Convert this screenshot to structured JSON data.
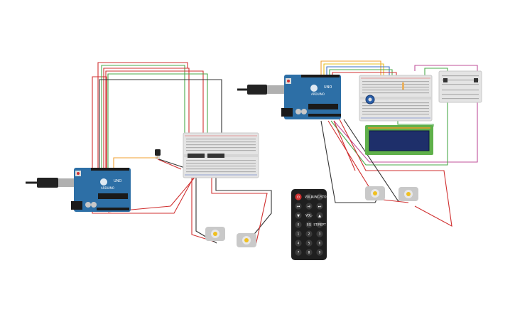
{
  "boards": [
    {
      "id": "left",
      "logo_text": "UNO",
      "brand_text": "ARDUINO"
    },
    {
      "id": "right",
      "logo_text": "UNO",
      "brand_text": "ARDUINO"
    }
  ],
  "remote": {
    "top_buttons": [
      "",
      "VOL+",
      "FUNC/STOP"
    ],
    "row2": [
      "",
      "",
      ""
    ],
    "row3": [
      "",
      "VOL-",
      ""
    ],
    "row4": [
      "0",
      "EQ",
      "ST/REPT"
    ],
    "digits": [
      "1",
      "2",
      "3",
      "4",
      "5",
      "6",
      "7",
      "8",
      "9"
    ]
  },
  "colors": {
    "board": "#2d6fa6",
    "wire_red": "#d03030",
    "wire_green": "#4aa84a",
    "wire_black": "#333333",
    "wire_orange": "#f0a030",
    "wire_pink": "#c0509a",
    "wire_blue": "#3a70c8",
    "wire_yellow": "#e8c020",
    "lcd_screen": "#1e2f6a",
    "lcd_frame": "#5fb04a"
  }
}
